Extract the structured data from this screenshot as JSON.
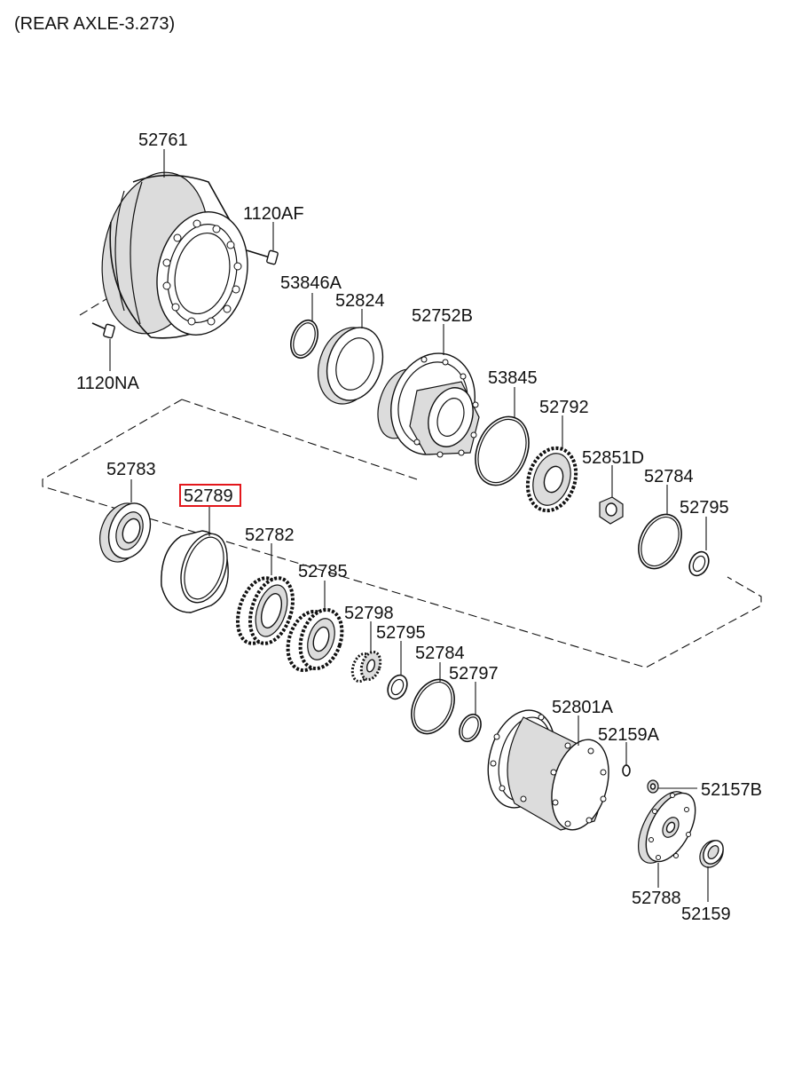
{
  "title": "(REAR AXLE-3.273)",
  "highlight_color": "#e3161b",
  "labels": {
    "p52761": "52761",
    "p1120AF": "1120AF",
    "p1120NA": "1120NA",
    "p53846A": "53846A",
    "p52824": "52824",
    "p52752B": "52752B",
    "p53845": "53845",
    "p52792": "52792",
    "p52851D": "52851D",
    "p52784a": "52784",
    "p52795a": "52795",
    "p52783": "52783",
    "p52789": "52789",
    "p52782": "52782",
    "p52785": "52785",
    "p52798": "52798",
    "p52795b": "52795",
    "p52784b": "52784",
    "p52797": "52797",
    "p52801A": "52801A",
    "p52159A": "52159A",
    "p52157B": "52157B",
    "p52788": "52788",
    "p52159": "52159"
  }
}
